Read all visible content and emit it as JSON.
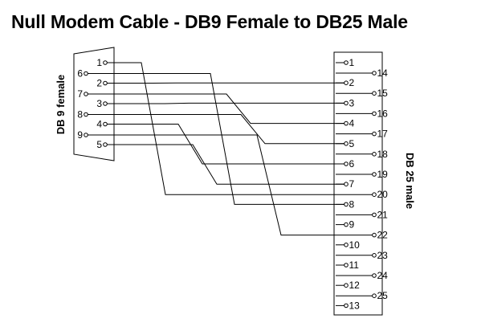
{
  "title": "Null Modem Cable - DB9 Female to DB25 Male",
  "db9": {
    "label": "DB 9 female",
    "row_top": [
      "1",
      "2",
      "3",
      "4",
      "5"
    ],
    "row_bottom": [
      "6",
      "7",
      "8",
      "9"
    ]
  },
  "db25": {
    "label": "DB 25 male",
    "row_top": [
      "1",
      "2",
      "3",
      "4",
      "5",
      "6",
      "7",
      "8",
      "9",
      "10",
      "11",
      "12",
      "13"
    ],
    "row_bottom": [
      "14",
      "15",
      "16",
      "17",
      "18",
      "19",
      "20",
      "21",
      "22",
      "23",
      "24",
      "25"
    ]
  },
  "connections": [
    {
      "from": "1",
      "to": "20"
    },
    {
      "from": "2",
      "to": "2"
    },
    {
      "from": "3",
      "to": "3"
    },
    {
      "from": "4",
      "to": "6"
    },
    {
      "from": "5",
      "to": "7"
    },
    {
      "from": "6",
      "to": "8"
    },
    {
      "from": "7",
      "to": "4"
    },
    {
      "from": "8",
      "to": "5"
    },
    {
      "from": "9",
      "to": "22"
    }
  ],
  "line_color": "#000000"
}
